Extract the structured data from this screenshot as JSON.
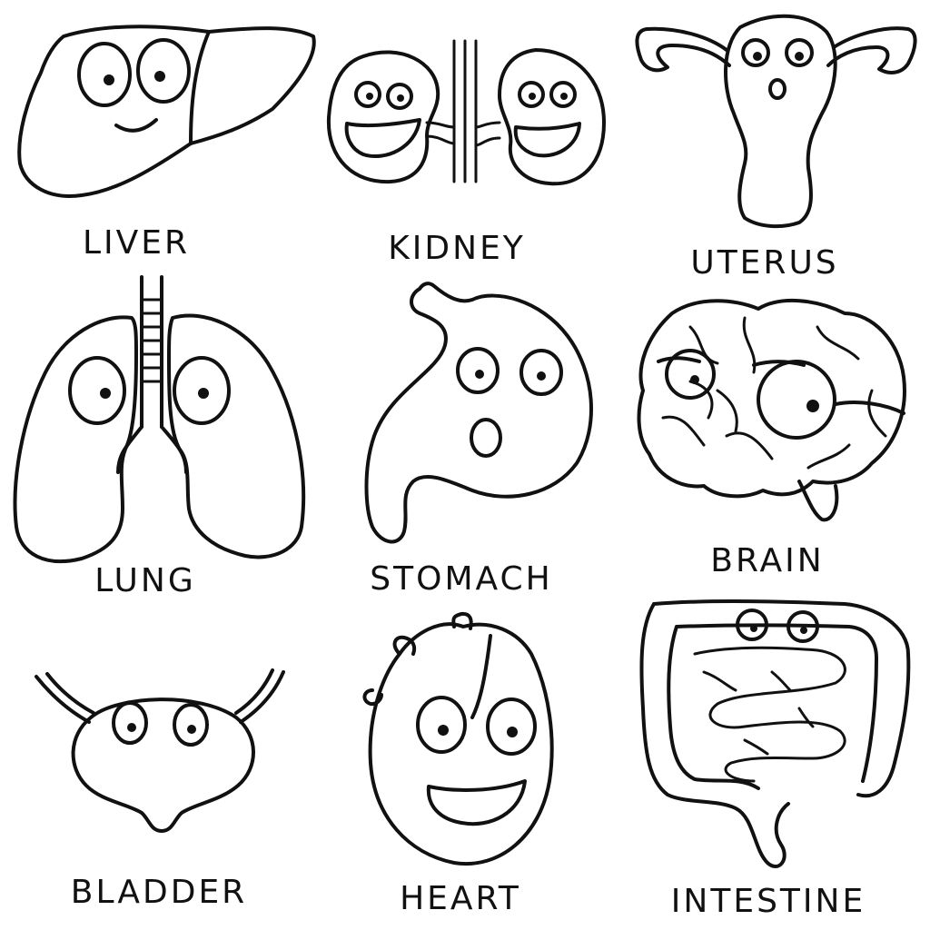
{
  "organs": [
    {
      "id": "liver",
      "label": "LIVER"
    },
    {
      "id": "kidney",
      "label": "KIDNEY"
    },
    {
      "id": "uterus",
      "label": "UTERUS"
    },
    {
      "id": "lung",
      "label": "LUNG"
    },
    {
      "id": "stomach",
      "label": "STOMACH"
    },
    {
      "id": "brain",
      "label": "BRAIN"
    },
    {
      "id": "bladder",
      "label": "BLADDER"
    },
    {
      "id": "heart",
      "label": "HEART"
    },
    {
      "id": "intestine",
      "label": "INTESTINE"
    }
  ],
  "colors": {
    "ink": "#111111",
    "background": "#ffffff"
  }
}
